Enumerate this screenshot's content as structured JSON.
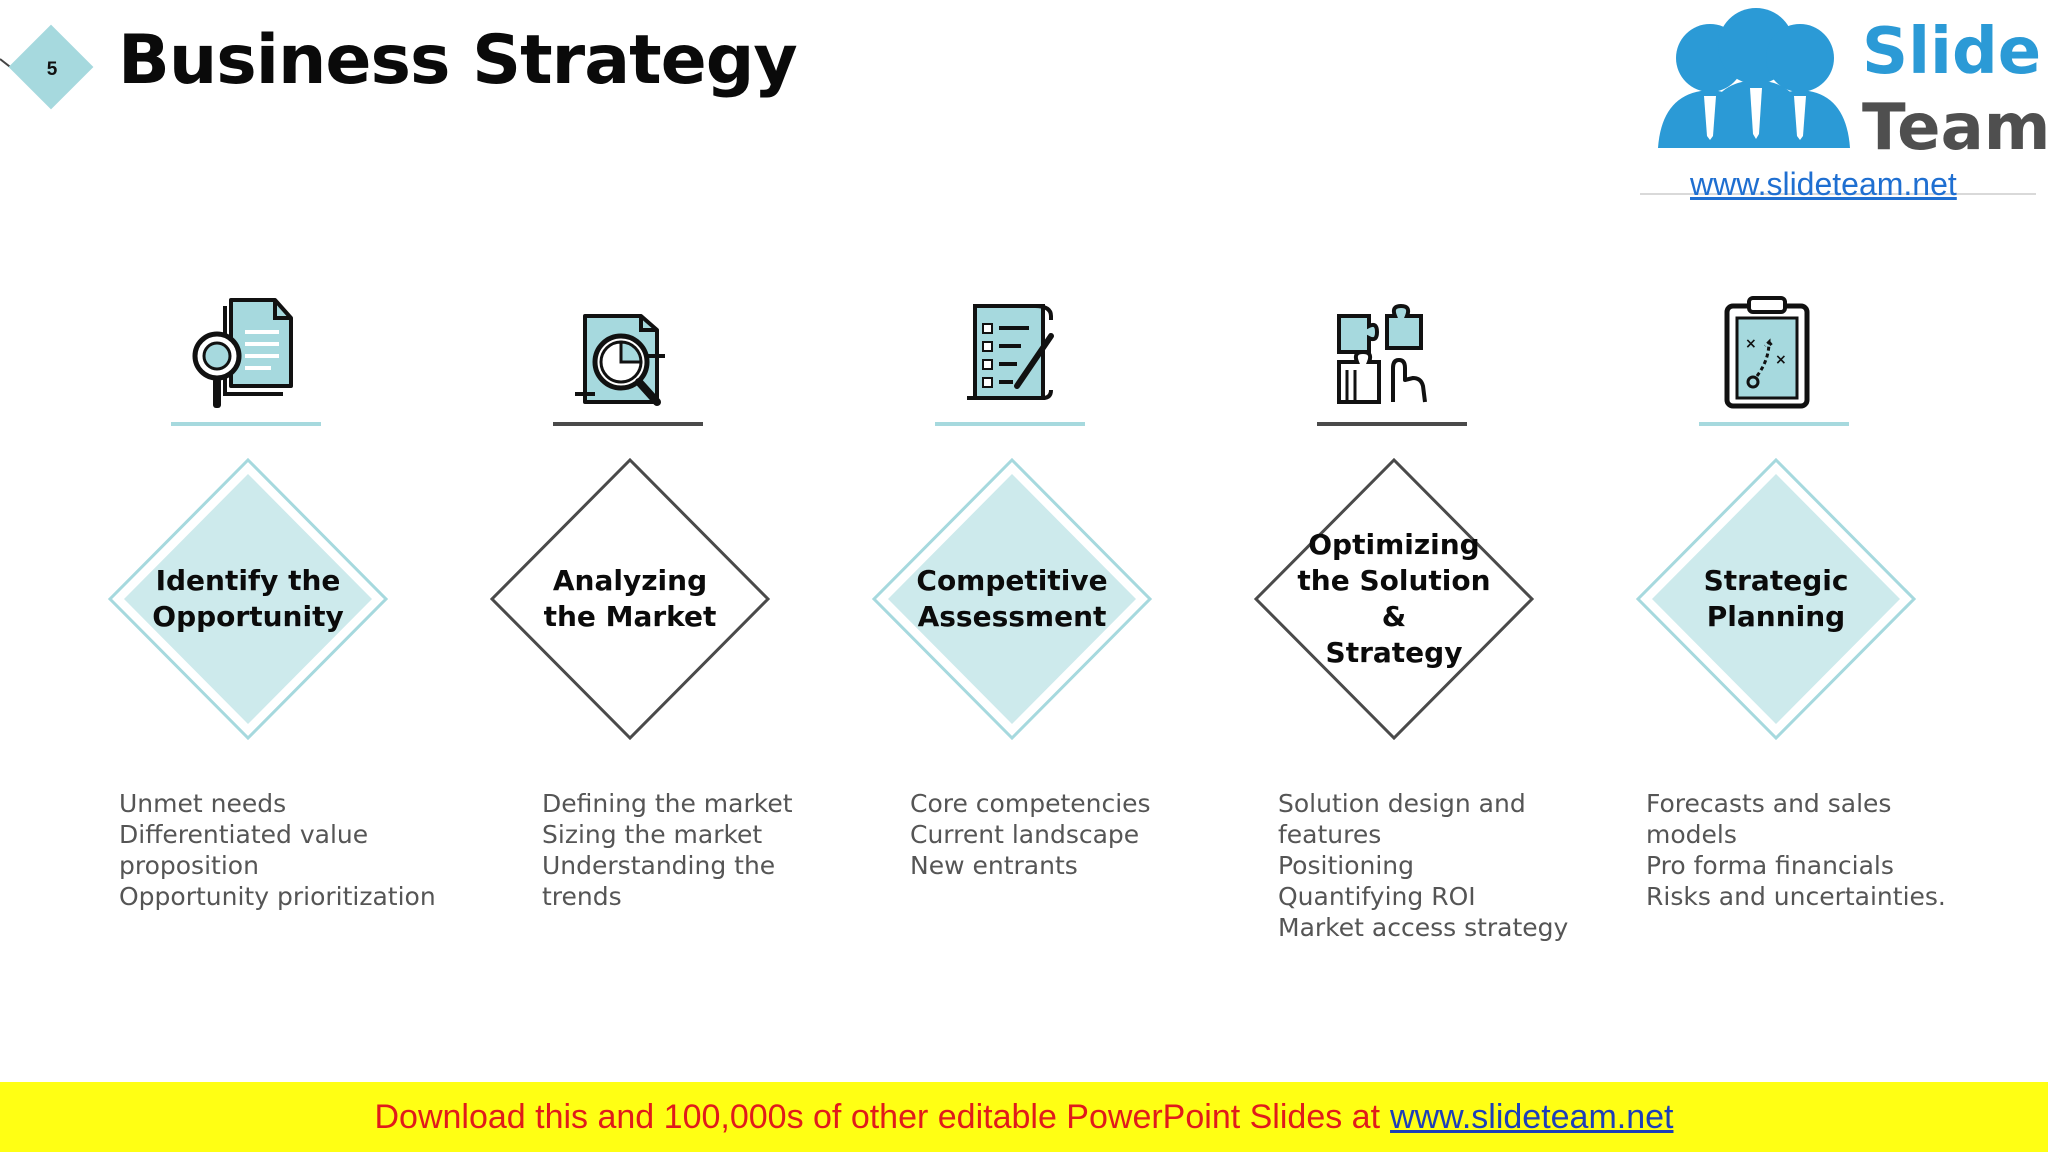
{
  "slide": {
    "number": "5",
    "title": "Business Strategy"
  },
  "logo": {
    "word1": "Slide",
    "word2": "Team",
    "url": "www.slideteam.net"
  },
  "colors": {
    "accent": "#a6d9de",
    "accent_light": "#cdeaec",
    "dark": "#4a4a4a",
    "banner_bg": "#ffff14",
    "banner_text": "#e01b1b",
    "link": "#1d3fb8"
  },
  "steps": [
    {
      "icon": "document-magnifier-icon",
      "label_lines": [
        "Identify the",
        "Opportunity"
      ],
      "style": "teal",
      "details": [
        "Unmet needs",
        "Differentiated value",
        "proposition",
        "Opportunity prioritization"
      ]
    },
    {
      "icon": "market-analysis-icon",
      "label_lines": [
        "Analyzing",
        "the Market"
      ],
      "style": "outline",
      "details": [
        "Defining the market",
        "Sizing the market",
        "Understanding the",
        "trends"
      ]
    },
    {
      "icon": "checklist-scroll-icon",
      "label_lines": [
        "Competitive",
        "Assessment"
      ],
      "style": "teal",
      "details": [
        "Core competencies",
        "Current landscape",
        "New entrants"
      ]
    },
    {
      "icon": "puzzle-pieces-icon",
      "label_lines": [
        "Optimizing",
        "the Solution &",
        "Strategy"
      ],
      "style": "outline",
      "details": [
        "Solution design and",
        "features",
        "Positioning",
        "Quantifying ROI",
        "Market access strategy"
      ]
    },
    {
      "icon": "strategy-clipboard-icon",
      "label_lines": [
        "Strategic",
        "Planning"
      ],
      "style": "teal",
      "details": [
        "Forecasts and sales",
        "models",
        "Pro forma financials",
        "Risks and uncertainties."
      ]
    }
  ],
  "banner": {
    "text": "Download this and 100,000s of other editable PowerPoint Slides at",
    "link": "www.slideteam.net"
  }
}
